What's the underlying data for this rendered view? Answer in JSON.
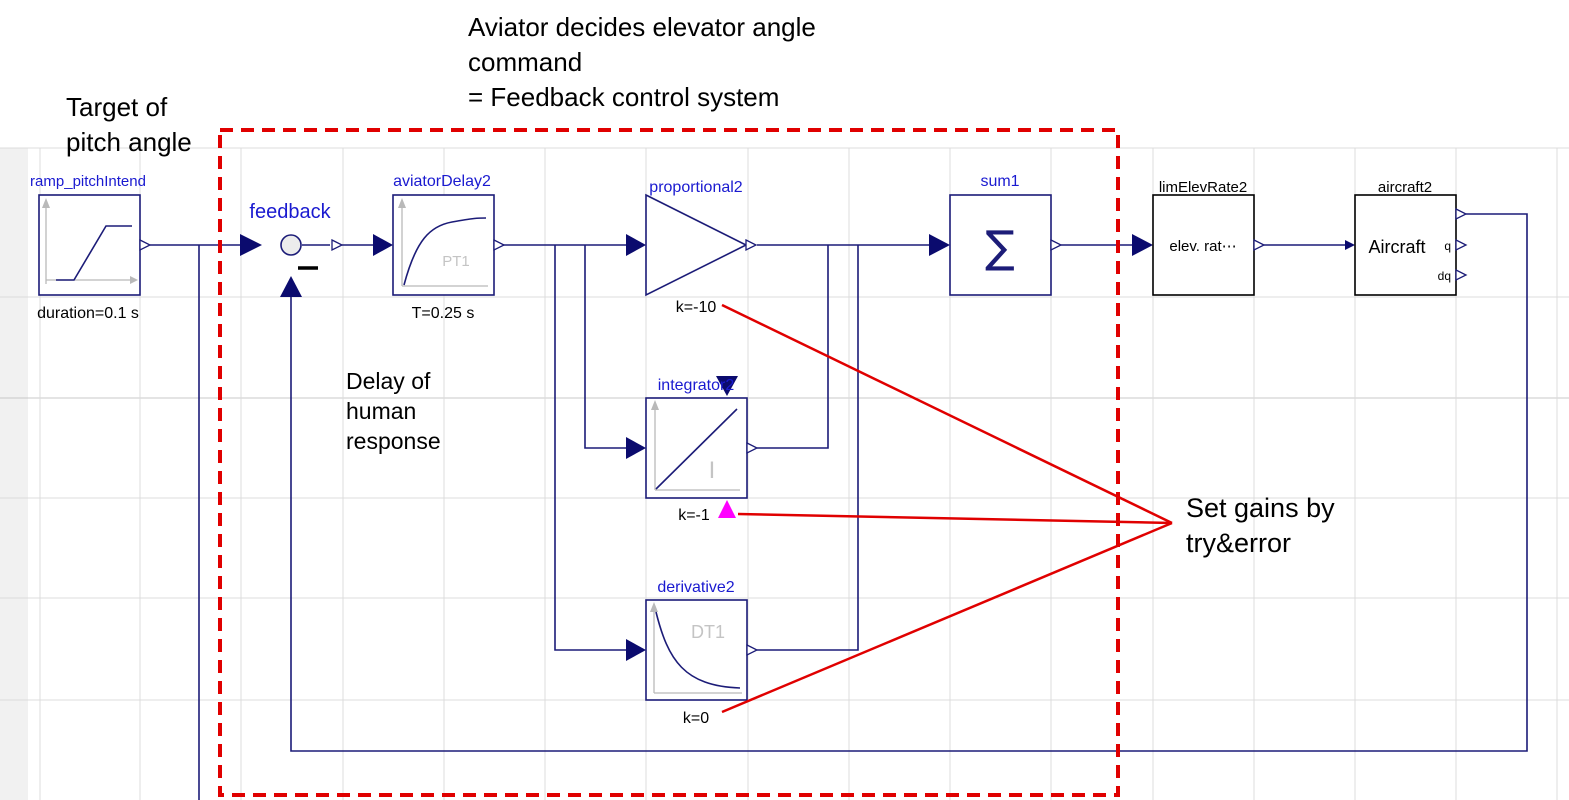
{
  "annotations": {
    "target_line1": "Target of",
    "target_line2": "pitch angle",
    "aviator_line1": "Aviator decides elevator angle",
    "aviator_line2": "command",
    "aviator_line3": "= Feedback control system",
    "delay_line1": "Delay of",
    "delay_line2": "human",
    "delay_line3": "response",
    "gains_line1": "Set gains by",
    "gains_line2": "try&error"
  },
  "blocks": {
    "ramp": {
      "name": "ramp_pitchIntend",
      "param": "duration=0.1 s"
    },
    "feedback": {
      "name": "feedback"
    },
    "aviator_delay": {
      "name": "aviatorDelay2",
      "param": "T=0.25 s",
      "icon_text": "PT1"
    },
    "proportional": {
      "name": "proportional2",
      "param": "k=-10"
    },
    "integrator": {
      "name": "integrator2",
      "param": "k=-1",
      "icon_text": "I"
    },
    "derivative": {
      "name": "derivative2",
      "param": "k=0",
      "icon_text": "DT1"
    },
    "sum": {
      "name": "sum1",
      "symbol": "∑"
    },
    "lim_elev_rate": {
      "name": "limElevRate2",
      "label": "elev. rat⋯"
    },
    "aircraft": {
      "name": "aircraft2",
      "label": "Aircraft",
      "port_q": "q",
      "port_dq": "dq"
    }
  },
  "colors": {
    "wire": "#1c1c78",
    "block_name": "#1a1ad0",
    "annotation": "#e00000",
    "highlight_port": "#ff00ff"
  }
}
